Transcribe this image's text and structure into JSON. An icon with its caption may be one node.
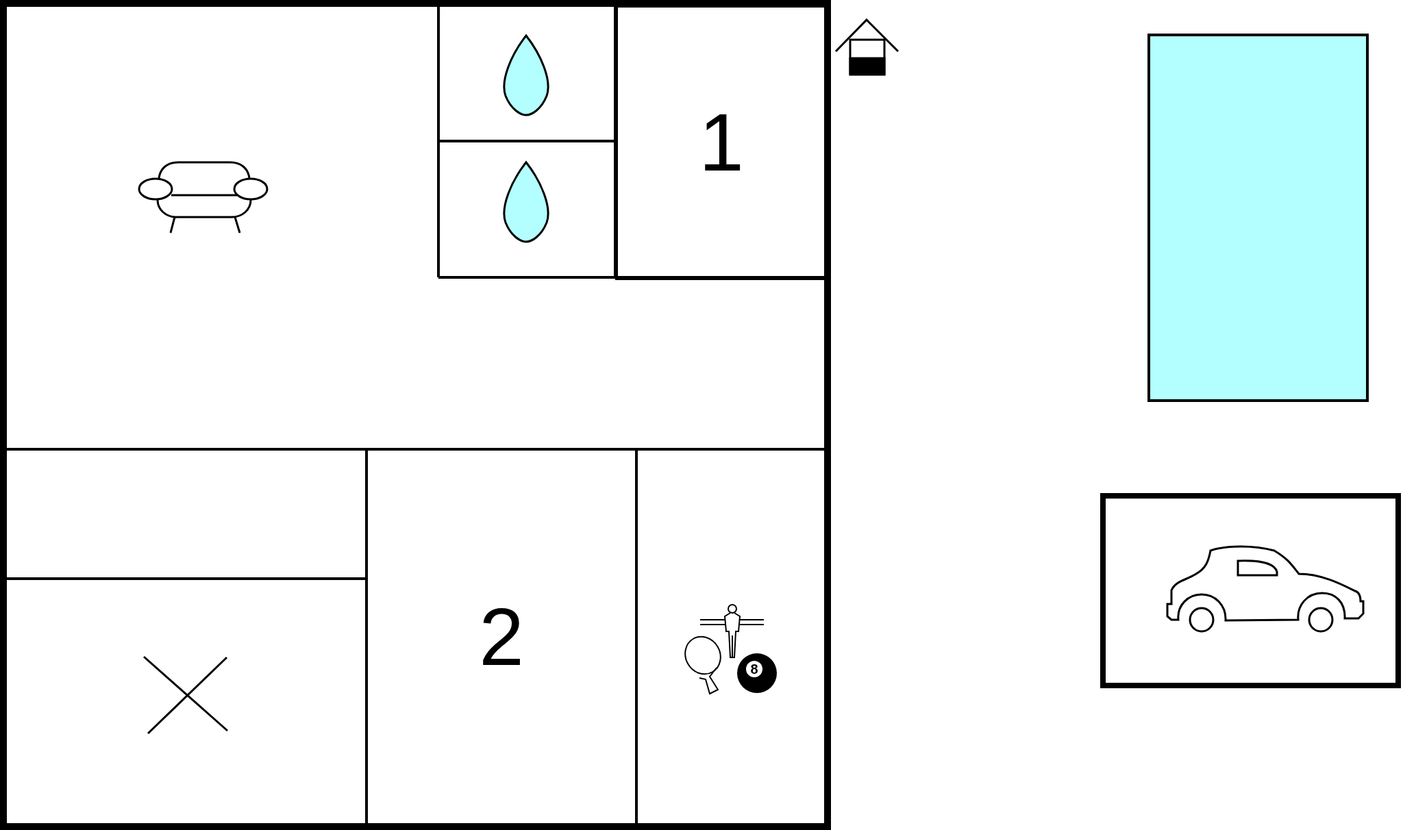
{
  "diagram": {
    "nodes": [
      {
        "text": [
          "1"
        ]
      },
      {
        "text": [
          "2"
        ]
      },
      {
        "text": [],
        "shape": "box"
      },
      {
        "text": [],
        "shape": "box"
      }
    ],
    "labels": [
      "8"
    ]
  }
}
